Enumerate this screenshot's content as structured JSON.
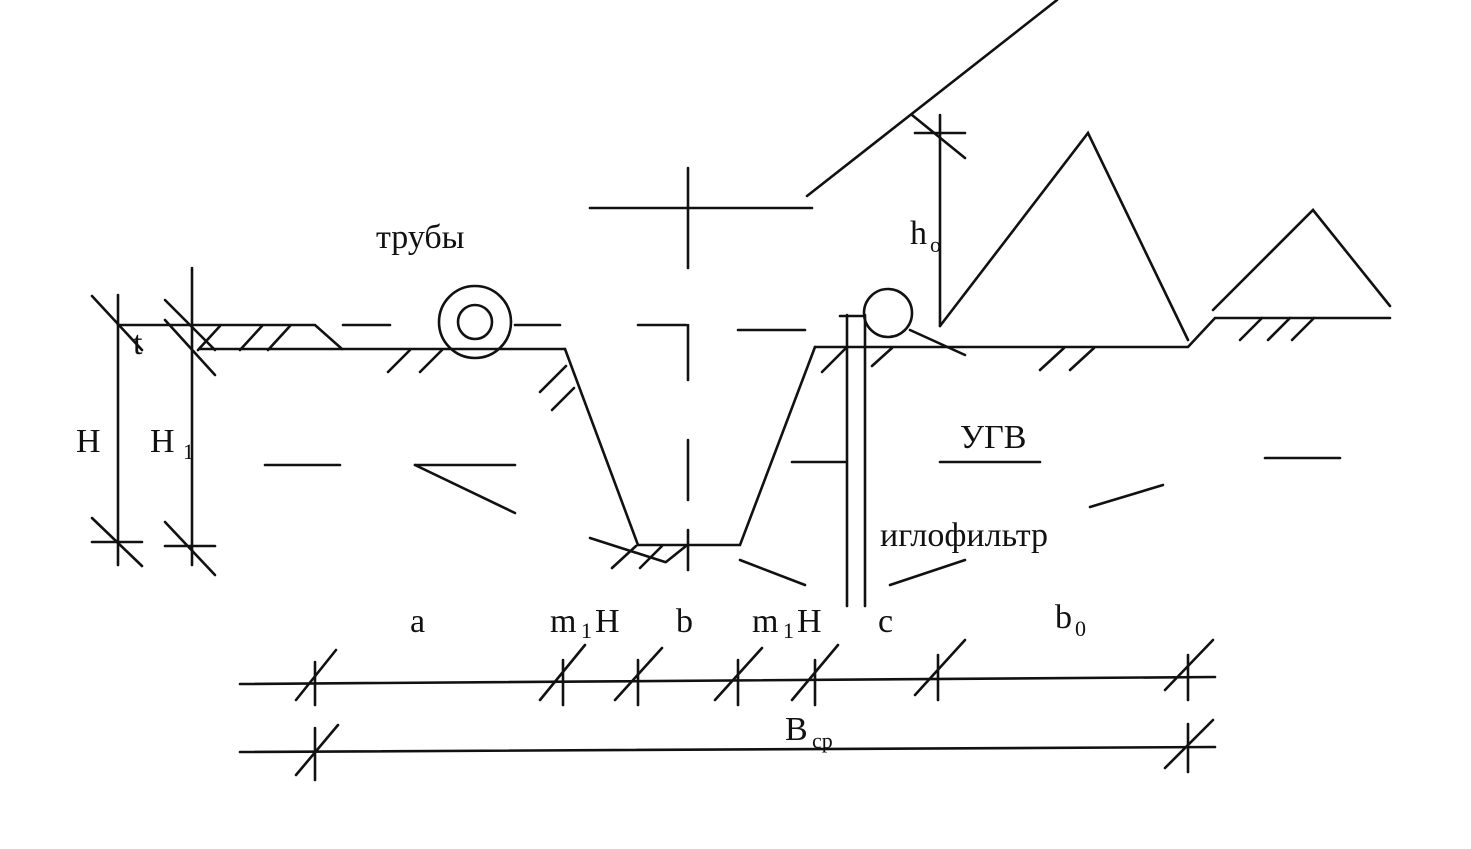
{
  "labels": {
    "pipes": "трубы",
    "t": "t",
    "H": "H",
    "H1_main": "H",
    "H1_sub": "1",
    "h0_main": "h",
    "h0_sub": "o",
    "gwl": "УГВ",
    "wellpoint": "иглофильтр",
    "a": "a",
    "m1H_left_m": "m",
    "m1H_left_sub": "1",
    "m1H_left_H": "H",
    "b": "b",
    "m1H_right_m": "m",
    "m1H_right_sub": "1",
    "m1H_right_H": "H",
    "c": "c",
    "b0_main": "b",
    "b0_sub": "0",
    "Bcp_main": "B",
    "Bcp_sub": "ср"
  },
  "colors": {
    "ink": "#111111",
    "paper": "#ffffff"
  }
}
